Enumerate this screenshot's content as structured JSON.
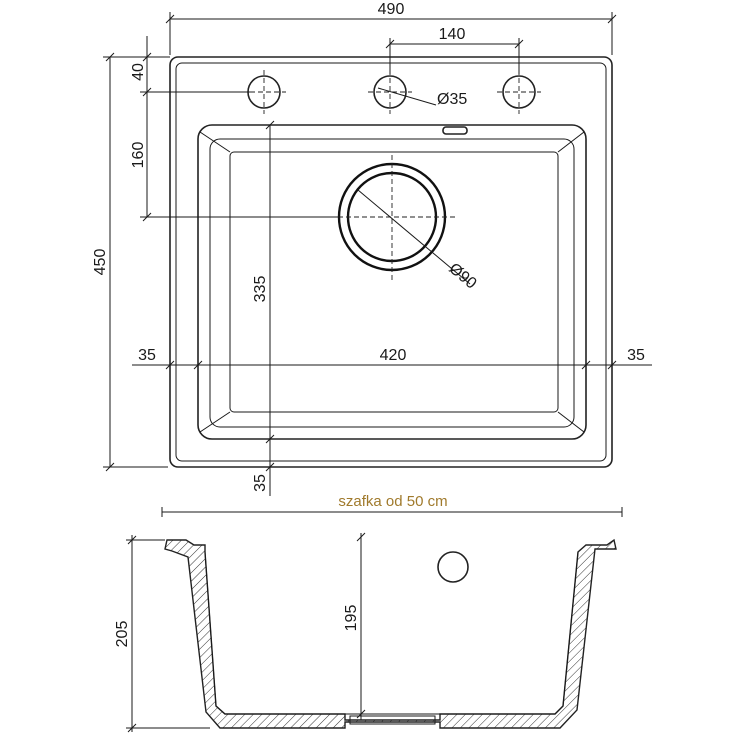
{
  "top_view": {
    "dim_width": "490",
    "dim_tap_spacing": "140",
    "dim_tap_hole": "Ø35",
    "dim_top_margin": "40",
    "dim_drain_offset": "160",
    "dim_height": "450",
    "dim_bowl_depth": "335",
    "dim_drain": "Ø90",
    "dim_left_rim": "35",
    "dim_bowl_width": "420",
    "dim_right_rim": "35",
    "dim_bottom_rim": "35"
  },
  "cabinet_label": "szafka od 50 cm",
  "side_view": {
    "dim_total_depth": "205",
    "dim_bowl_depth": "195"
  },
  "colors": {
    "line": "#1a1a1a",
    "cabinet_accent": "#a07a2c"
  }
}
